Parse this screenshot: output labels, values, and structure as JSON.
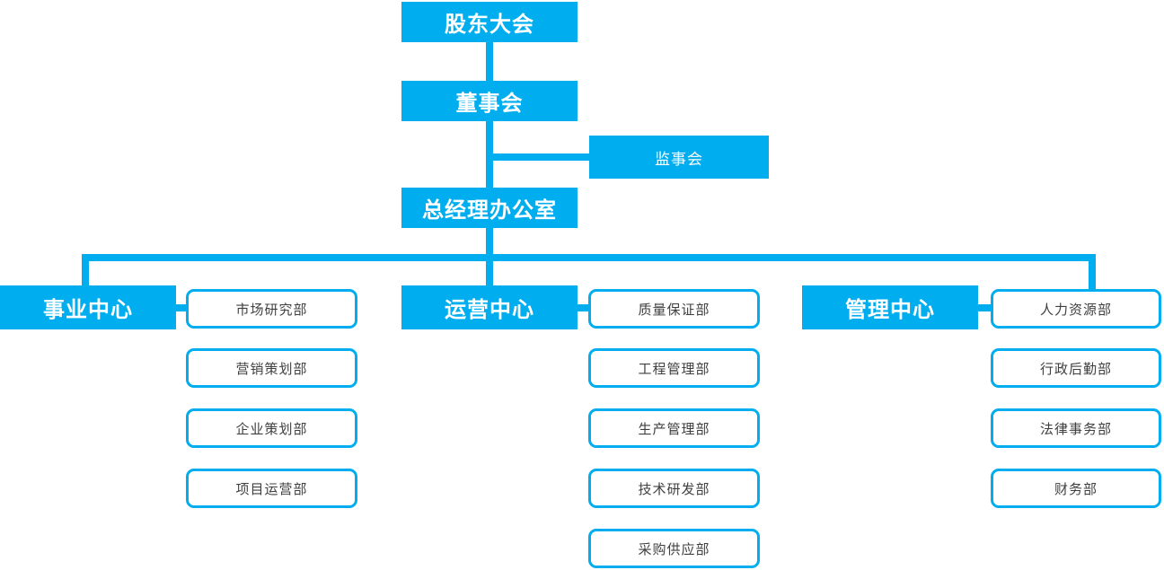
{
  "colors": {
    "accent": "#00AEEF",
    "department_text": "#3f3f3f",
    "node_text_light": "#ffffff",
    "background": "#ffffff"
  },
  "chart": {
    "type": "org-chart",
    "governance": [
      {
        "label": "股东大会"
      },
      {
        "label": "董事会"
      },
      {
        "label": "监事会"
      },
      {
        "label": "总经理办公室"
      }
    ],
    "branches": [
      {
        "center": "事业中心",
        "departments": [
          "市场研究部",
          "营销策划部",
          "企业策划部",
          "项目运营部"
        ]
      },
      {
        "center": "运营中心",
        "departments": [
          "质量保证部",
          "工程管理部",
          "生产管理部",
          "技术研发部",
          "采购供应部"
        ]
      },
      {
        "center": "管理中心",
        "departments": [
          "人力资源部",
          "行政后勤部",
          "法律事务部",
          "财务部"
        ]
      }
    ]
  }
}
